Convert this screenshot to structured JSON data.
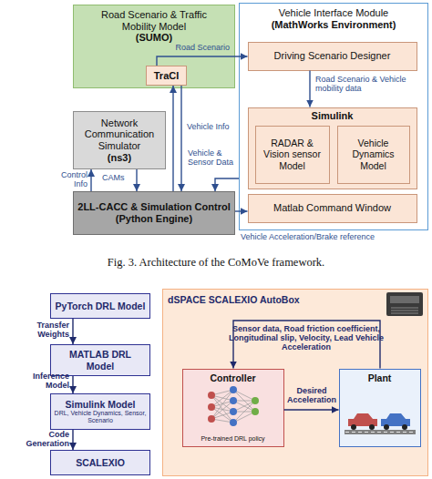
{
  "diagram": {
    "caption": "Fig. 3. Architecture of the CoMoVe framework.",
    "nodes": [
      {
        "text": [
          "Road Scenario & Traffic Mobility Model",
          "(SUMO)"
        ]
      },
      {
        "text": [
          "TraCI"
        ],
        "in": 0
      },
      {
        "text": [
          "Vehicle Interface Module",
          "(MathWorks Environment)"
        ]
      },
      {
        "text": [
          "Driving Scenario Designer"
        ],
        "in": 2
      },
      {
        "text": [
          "Simulink"
        ],
        "in": 2
      },
      {
        "text": [
          "RADAR & Vision sensor Model"
        ],
        "in": 4
      },
      {
        "text": [
          "Vehicle Dynamics Model"
        ],
        "in": 4
      },
      {
        "text": [
          "Matlab Command Window"
        ],
        "in": 2
      },
      {
        "text": [
          "Network Communication Simulator",
          "(ns3)"
        ]
      },
      {
        "text": [
          "2LL-CACC & Simulation Control",
          "(Python Engine)"
        ]
      },
      {
        "text": [
          "PyTorch DRL Model"
        ]
      },
      {
        "text": [
          "MATLAB DRL Model"
        ]
      },
      {
        "text": [
          "Simulink Model",
          "DRL, Vehicle Dynamics, Sensor, Scenario"
        ]
      },
      {
        "text": [
          "SCALEXIO"
        ]
      },
      {
        "text": [
          "dSPACE SCALEXIO AutoBox"
        ]
      },
      {
        "text": [
          "Controller",
          "Pre-trained DRL policy"
        ],
        "in": 14
      },
      {
        "text": [
          "Plant"
        ],
        "in": 14
      }
    ],
    "edges": [
      {
        "from": 1,
        "to": 3,
        "arrow": "to",
        "label": "Road Scenario"
      },
      {
        "from": 3,
        "to": 4,
        "arrow": "to",
        "label": "Road Scenario & Vehicle mobility data"
      },
      {
        "from": 2,
        "to": 9,
        "arrow": "to",
        "label": "Vehicle & Sensor Data"
      },
      {
        "from": 9,
        "to": 7,
        "arrow": "to",
        "label": "Vehicle Acceleration/Brake reference"
      },
      {
        "from": 9,
        "to": 1,
        "arrow": "to",
        "label": "Vehicle Info"
      },
      {
        "from": 1,
        "to": 9,
        "arrow": "to"
      },
      {
        "from": 9,
        "to": 8,
        "arrow": "to",
        "label": "Control Info"
      },
      {
        "from": 8,
        "to": 9,
        "arrow": "to",
        "label": "CAMs"
      },
      {
        "from": 10,
        "to": 11,
        "arrow": "to",
        "label": "Transfer Weights"
      },
      {
        "from": 11,
        "to": 12,
        "arrow": "to",
        "label": "Inference Model"
      },
      {
        "from": 12,
        "to": 13,
        "arrow": "to",
        "label": "Code Generation"
      },
      {
        "from": 15,
        "to": 16,
        "arrow": "to",
        "label": "Desired Acceleration"
      },
      {
        "from": 16,
        "to": 15,
        "arrow": "to",
        "label": "Sensor data, Road friction coefficient, Longitudinal slip, Velocity, Lead Vehicle Acceleration"
      }
    ]
  }
}
